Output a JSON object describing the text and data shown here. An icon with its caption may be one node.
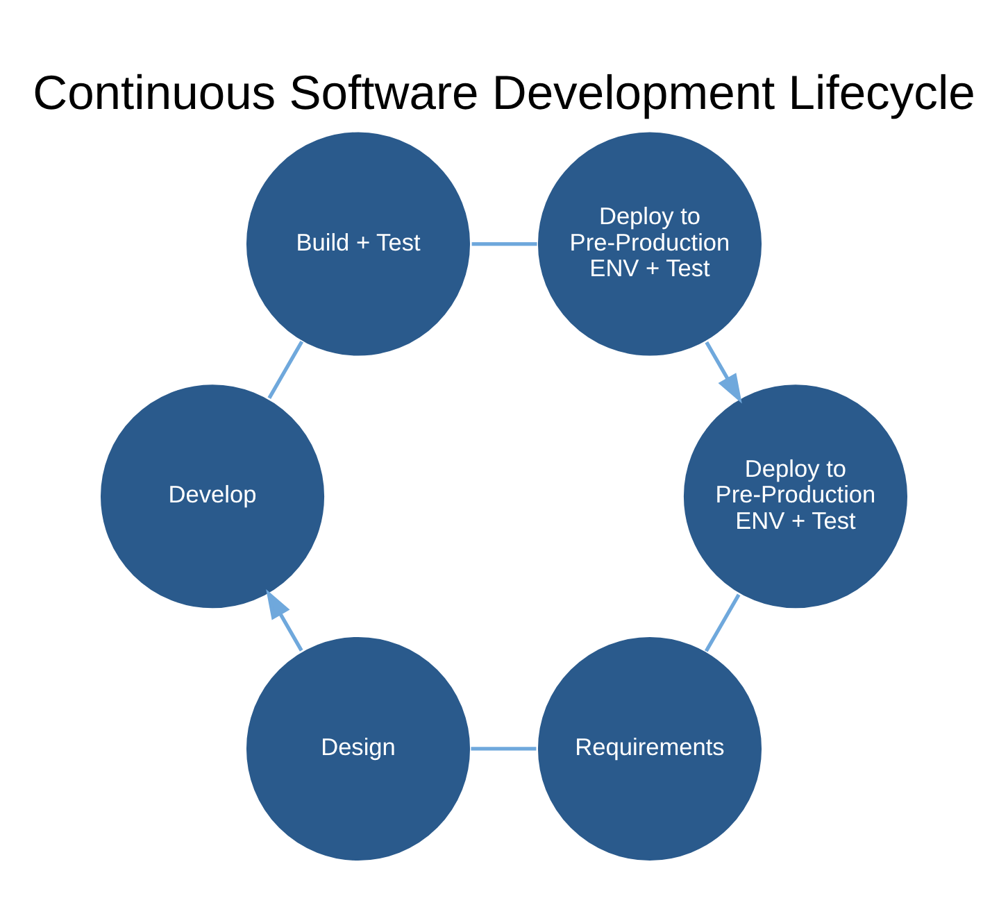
{
  "diagram": {
    "title": "Continuous Software Development Lifecycle",
    "nodes": [
      {
        "text": [
          "Requirements"
        ]
      },
      {
        "text": [
          "Design"
        ]
      },
      {
        "text": [
          "Develop"
        ]
      },
      {
        "text": [
          "Build + Test"
        ]
      },
      {
        "text": [
          "Deploy to Pre-Production ENV + Test"
        ]
      },
      {
        "text": [
          "Deploy to Pre-Production ENV + Test"
        ]
      }
    ],
    "edges": [
      {
        "from": 0,
        "to": 1,
        "arrow": "none"
      },
      {
        "from": 1,
        "to": 2,
        "arrow": "to"
      },
      {
        "from": 2,
        "to": 3,
        "arrow": "none"
      },
      {
        "from": 3,
        "to": 4,
        "arrow": "none"
      },
      {
        "from": 4,
        "to": 5,
        "arrow": "to"
      },
      {
        "from": 5,
        "to": 0,
        "arrow": "none"
      }
    ]
  }
}
